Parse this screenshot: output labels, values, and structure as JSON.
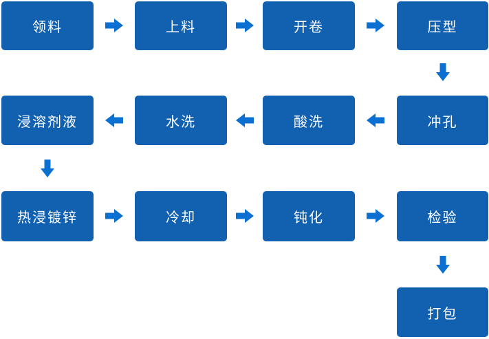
{
  "colors": {
    "box": "#1261B1",
    "arrow": "#0C70D2",
    "text": "#FFFFFF",
    "background": "#FFFFFF"
  },
  "nodes": [
    {
      "label": "领料"
    },
    {
      "label": "上料"
    },
    {
      "label": "开卷"
    },
    {
      "label": "压型"
    },
    {
      "label": "冲孔"
    },
    {
      "label": "酸洗"
    },
    {
      "label": "水洗"
    },
    {
      "label": "浸溶剂液"
    },
    {
      "label": "热浸镀锌"
    },
    {
      "label": "冷却"
    },
    {
      "label": "钝化"
    },
    {
      "label": "检验"
    },
    {
      "label": "打包"
    }
  ],
  "connections": [
    {
      "from": "领料",
      "to": "上料",
      "direction": "right"
    },
    {
      "from": "上料",
      "to": "开卷",
      "direction": "right"
    },
    {
      "from": "开卷",
      "to": "压型",
      "direction": "right"
    },
    {
      "from": "压型",
      "to": "冲孔",
      "direction": "down"
    },
    {
      "from": "冲孔",
      "to": "酸洗",
      "direction": "left"
    },
    {
      "from": "酸洗",
      "to": "水洗",
      "direction": "left"
    },
    {
      "from": "水洗",
      "to": "浸溶剂液",
      "direction": "left"
    },
    {
      "from": "浸溶剂液",
      "to": "热浸镀锌",
      "direction": "down"
    },
    {
      "from": "热浸镀锌",
      "to": "冷却",
      "direction": "right"
    },
    {
      "from": "冷却",
      "to": "钝化",
      "direction": "right"
    },
    {
      "from": "钝化",
      "to": "检验",
      "direction": "right"
    },
    {
      "from": "检验",
      "to": "打包",
      "direction": "down"
    }
  ]
}
